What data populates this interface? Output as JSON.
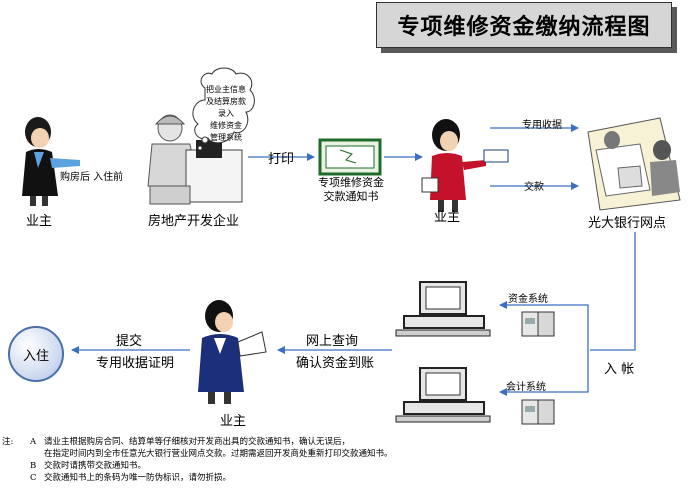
{
  "title": "专项维修资金缴纳流程图",
  "nodes": {
    "owner1": "业主",
    "developer": "房地产开发企业",
    "notice": "专项维修资金\n交款通知书",
    "owner2": "业主",
    "bank": "光大银行网点",
    "owner3": "业主",
    "enter": "入住",
    "fund_system": "资金系统",
    "accounting_system": "会计系统"
  },
  "bubble": [
    "把业主信息",
    "及结算房款",
    "录入",
    "维修资金",
    "管理系统"
  ],
  "labels": {
    "buy_note": "购房后 入住前",
    "print": "打印",
    "receipt": "专用收据",
    "pay": "交款",
    "posting": "入 帐",
    "online_query": "网上查询",
    "confirm": "确认资金到账",
    "submit": "提交",
    "receipt_proof": "专用收据证明"
  },
  "notes": {
    "prefix": "注:",
    "items": [
      {
        "key": "A",
        "text": "请业主根据购房合同、结算单等仔细核对开发商出具的交款通知书，确认无误后，"
      },
      {
        "key": "",
        "text": "在指定时间内到全市任意光大银行营业网点交款。过期需返回开发商处重新打印交款通知书。"
      },
      {
        "key": "B",
        "text": "交款时请携带交款通知书。"
      },
      {
        "key": "C",
        "text": "交款通知书上的条码为唯一防伪标识，请勿折损。"
      }
    ]
  },
  "colors": {
    "arrow": "#3a6fc4",
    "title_bg": "#d6d6d6",
    "circle_border": "#4a6ea8"
  }
}
